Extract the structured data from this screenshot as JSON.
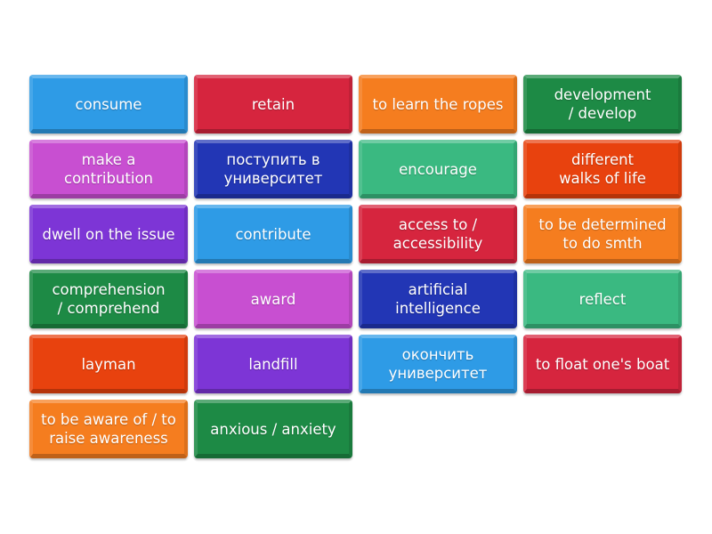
{
  "tiles": [
    {
      "label": "consume",
      "color": "blue"
    },
    {
      "label": "retain",
      "color": "red"
    },
    {
      "label": "to learn the ropes",
      "color": "orange"
    },
    {
      "label": "development\n/ develop",
      "color": "green"
    },
    {
      "label": "make a\ncontribution",
      "color": "magenta"
    },
    {
      "label": "поступить в\nуниверситет",
      "color": "navy"
    },
    {
      "label": "encourage",
      "color": "teal"
    },
    {
      "label": "different\nwalks of life",
      "color": "redorg"
    },
    {
      "label": "dwell on the issue",
      "color": "purple"
    },
    {
      "label": "contribute",
      "color": "blue"
    },
    {
      "label": "access to /\naccessibility",
      "color": "red"
    },
    {
      "label": "to be determined\nto do smth",
      "color": "orange"
    },
    {
      "label": "comprehension\n/ comprehend",
      "color": "green"
    },
    {
      "label": "award",
      "color": "magenta"
    },
    {
      "label": "artificial\nintelligence",
      "color": "navy"
    },
    {
      "label": "reflect",
      "color": "teal"
    },
    {
      "label": "layman",
      "color": "redorg"
    },
    {
      "label": "landfill",
      "color": "purple"
    },
    {
      "label": "окончить\nуниверситет",
      "color": "blue"
    },
    {
      "label": "to float one's boat",
      "color": "red"
    },
    {
      "label": "to be aware of / to\nraise awareness",
      "color": "orange"
    },
    {
      "label": "anxious / anxiety",
      "color": "green"
    }
  ],
  "palette": {
    "blue": "#2e9be6",
    "red": "#d6253e",
    "orange": "#f57d1f",
    "green": "#1d8a45",
    "magenta": "#c84fd1",
    "navy": "#2236b5",
    "teal": "#3ab981",
    "redorg": "#e8420e",
    "purple": "#7d35d6"
  }
}
